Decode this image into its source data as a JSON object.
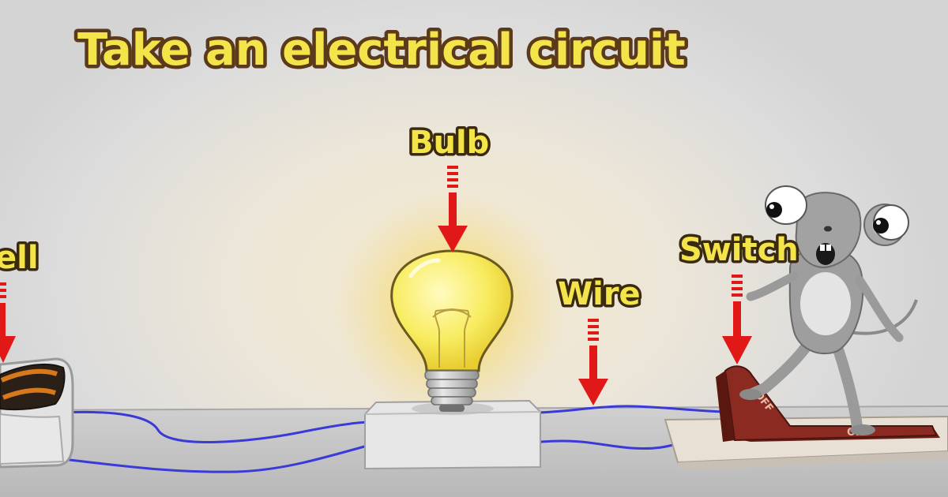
{
  "title": "Take an electrical circuit",
  "labels": {
    "cell": "ell",
    "bulb": "Bulb",
    "wire": "Wire",
    "switch": "Switch"
  },
  "switch_markings": {
    "off": "OFF",
    "on": "ON"
  },
  "colors": {
    "label_fill": "#f3e44a",
    "label_outline": "#3a2a10",
    "arrow": "#e01818",
    "wire": "#3a3ad8",
    "bulb_glass": "#f8ec60",
    "switch_lever": "#8a2a20",
    "table": "#c8c8c8",
    "mouse": "#9a9a9a"
  },
  "icons": [
    "cell-icon",
    "bulb-icon",
    "switch-icon",
    "mouse-character"
  ]
}
